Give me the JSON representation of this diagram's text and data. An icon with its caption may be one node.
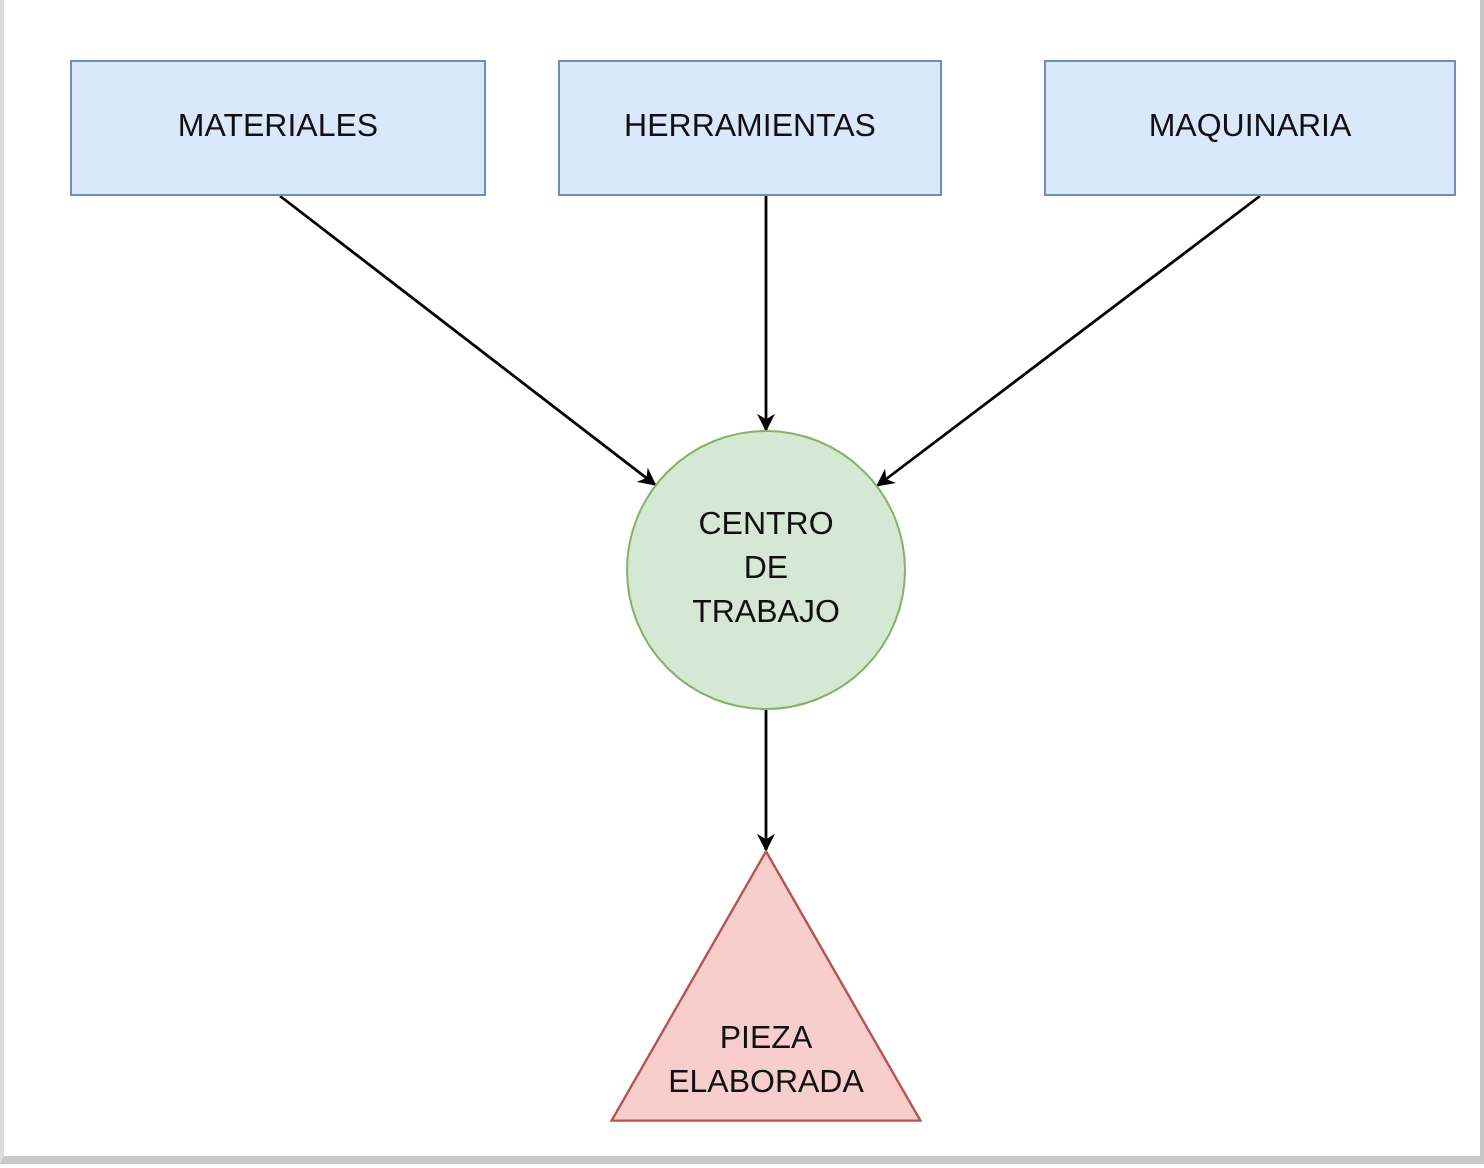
{
  "diagram": {
    "nodes": [
      {
        "text": [
          "MATERIALES"
        ]
      },
      {
        "text": [
          "HERRAMIENTAS"
        ]
      },
      {
        "text": [
          "MAQUINARIA"
        ]
      },
      {
        "text": [
          "CENTRO DE TRABAJO"
        ]
      },
      {
        "text": [
          "PIEZA ELABORADA"
        ]
      }
    ],
    "edges": [
      {
        "from": 0,
        "to": 3,
        "arrow": "to"
      },
      {
        "from": 1,
        "to": 3,
        "arrow": "to"
      },
      {
        "from": 2,
        "to": 3,
        "arrow": "to"
      },
      {
        "from": 3,
        "to": 4,
        "arrow": "to"
      }
    ]
  }
}
